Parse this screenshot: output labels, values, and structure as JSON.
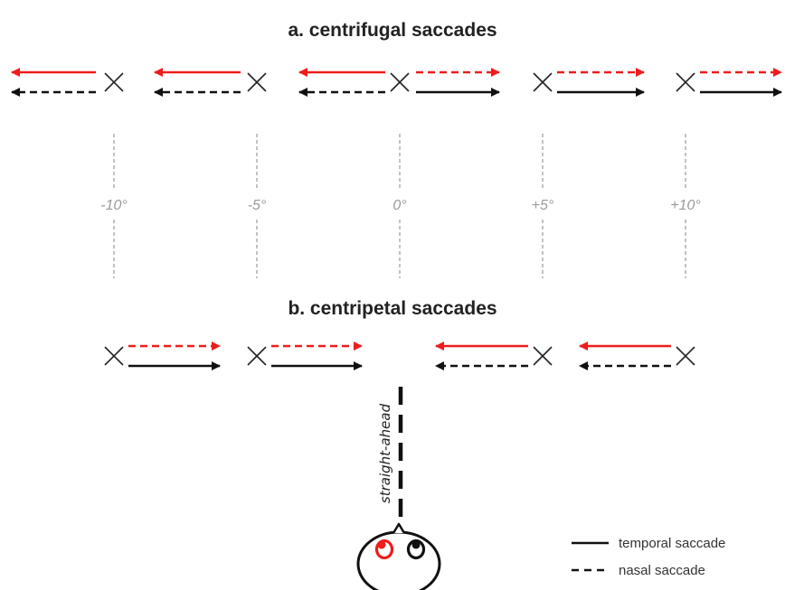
{
  "titles": {
    "centrifugal": "a. centrifugal saccades",
    "centripetal": "b. centripetal saccades"
  },
  "angle_labels": [
    "-10°",
    "-5°",
    "0°",
    "+5°",
    "+10°"
  ],
  "straight_ahead_label": "straight-ahead",
  "legend": {
    "temporal": "temporal saccade",
    "nasal": "nasal saccade"
  },
  "colors": {
    "red": "#ee1c1c",
    "black": "#111111",
    "gray": "#9a9a9a"
  }
}
